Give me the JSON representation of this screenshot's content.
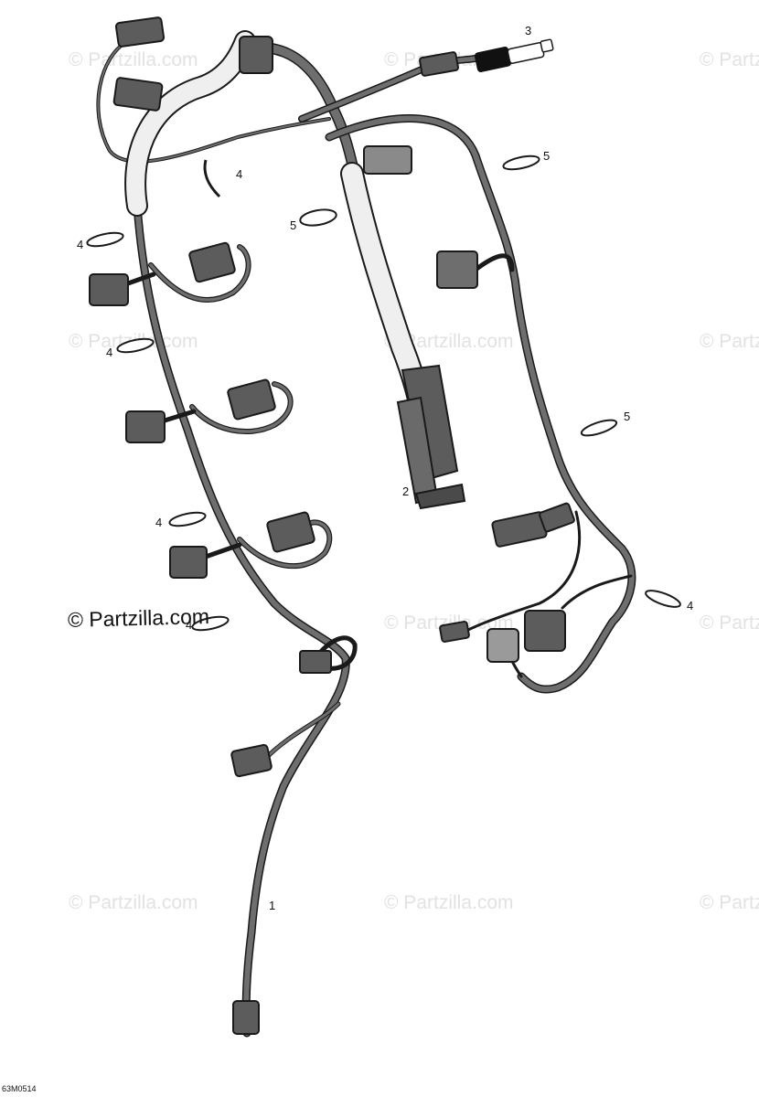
{
  "watermark_text": "© Partzilla.com",
  "copyright_text": "© Partzilla.com",
  "figure_reference": "63M0514",
  "callouts": {
    "c1": "1",
    "c2": "2",
    "c3": "3",
    "c4a": "4",
    "c4b": "4",
    "c4c": "4",
    "c4d": "4",
    "c4e": "4",
    "c4f": "4",
    "c5a": "5",
    "c5b": "5",
    "c5c": "5"
  },
  "colors": {
    "harness": "#6e6e6e",
    "sleeve": "#efefef",
    "connector": "#5c5c5c",
    "outline": "#1a1a1a",
    "sensor_body": "#111111"
  }
}
